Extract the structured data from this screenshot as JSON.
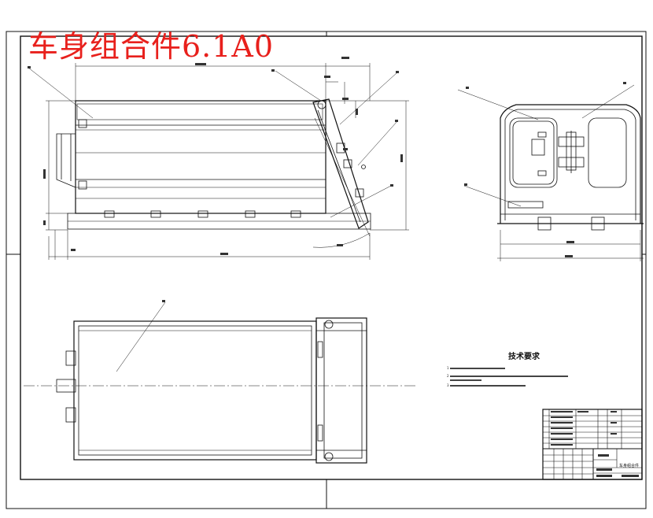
{
  "drawing": {
    "title": "车身组合件6.1A0"
  },
  "technical_requirements": {
    "heading": "技术要求",
    "notes": [
      "1",
      "2",
      "3"
    ]
  },
  "title_block": {
    "part_name": "车身组合件"
  }
}
